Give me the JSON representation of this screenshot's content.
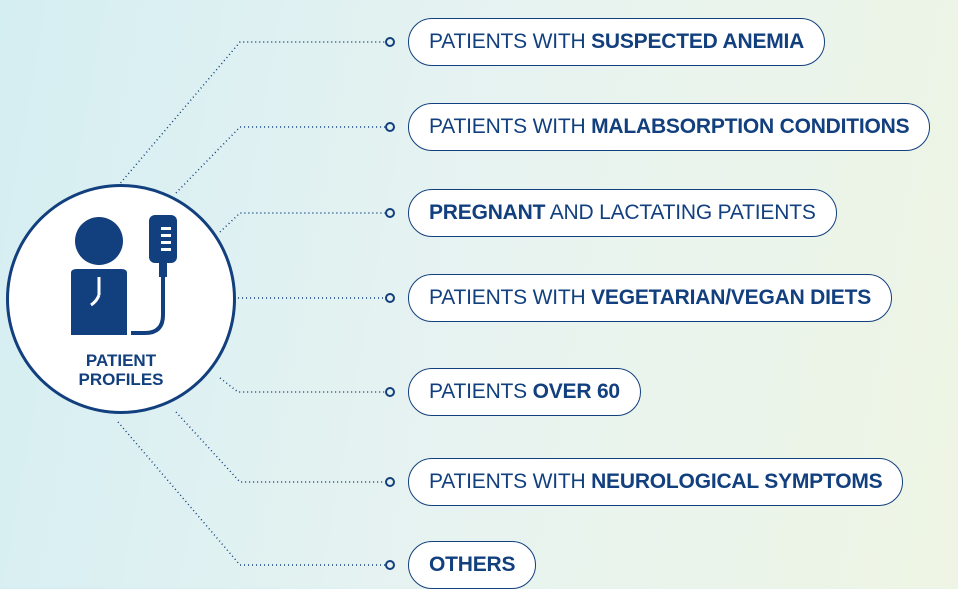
{
  "center": {
    "line1": "PATIENT",
    "line2": "PROFILES",
    "icon": "patient-with-iv-drip-icon"
  },
  "colors": {
    "primary": "#123f7e",
    "background": "#e3f2f0"
  },
  "items": [
    {
      "pre": "PATIENTS WITH ",
      "bold": "SUSPECTED ANEMIA",
      "post": ""
    },
    {
      "pre": "PATIENTS WITH ",
      "bold": "MALABSORPTION CONDITIONS",
      "post": ""
    },
    {
      "pre": "",
      "bold": "PREGNANT",
      "post": " AND LACTATING PATIENTS"
    },
    {
      "pre": "PATIENTS WITH ",
      "bold": "VEGETARIAN/VEGAN DIETS",
      "post": ""
    },
    {
      "pre": "PATIENTS ",
      "bold": "OVER 60",
      "post": ""
    },
    {
      "pre": "PATIENTS WITH ",
      "bold": "NEUROLOGICAL SYMPTOMS",
      "post": ""
    },
    {
      "pre": "",
      "bold": "OTHERS",
      "post": ""
    }
  ]
}
